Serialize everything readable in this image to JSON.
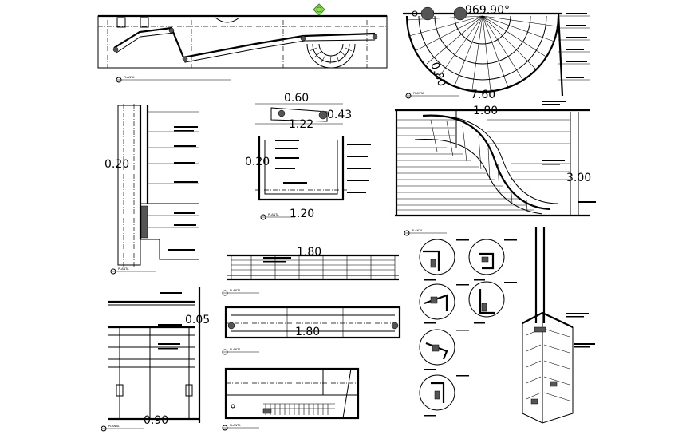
{
  "dimensions": {
    "plan_width_060": "0.60",
    "plan_043": "0.43",
    "plan_122": "1.22",
    "detail_020": "0.20",
    "plan_120": "1.20",
    "elev_180_top": "1.80",
    "elev_300": "3.00",
    "rail_180": "1.80",
    "rail_180_b": "1.80",
    "elev_005": "0.05",
    "elev_090": "0.90",
    "arc_760": "7.60",
    "arc_90": "969.90°",
    "arc_80": "0.80"
  },
  "view_titles": {
    "t1": "PLANTA",
    "t2": "PLANTA",
    "t3": "PLANTA",
    "t4": "PLANTA",
    "t5": "PLANTA",
    "t6": "PLANTA",
    "t7": "PLANTA",
    "t8": "PLANTA",
    "t9": "PLANTA"
  },
  "colors": {
    "line": "#000000",
    "background": "#ffffff",
    "marker": "#2e8b3a"
  }
}
